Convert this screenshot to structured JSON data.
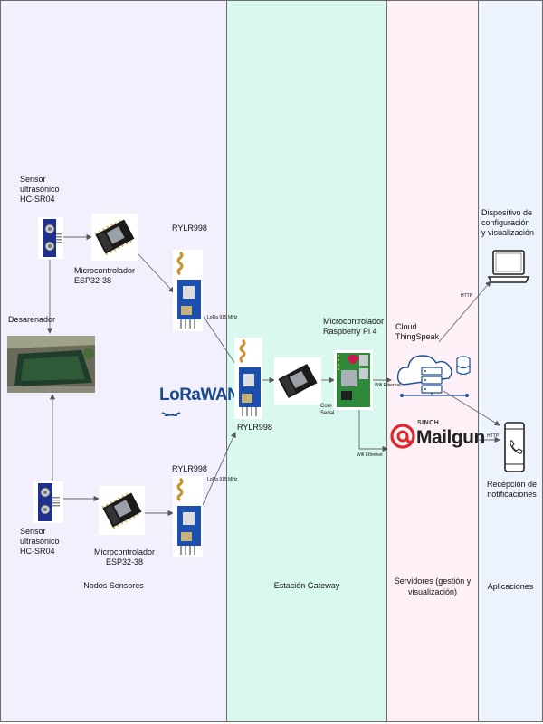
{
  "lanes": {
    "sensores": "Nodos Sensores",
    "gateway": "Estación Gateway",
    "servidores": "Servidores (gestión y visualización)",
    "aplicaciones": "Aplicaciones"
  },
  "colors": {
    "sensores": "#f2f0fd",
    "gateway": "#d8f8f0",
    "servidores": "#fdf0f6",
    "aplicaciones": "#edf3fd",
    "arrow": "#555555"
  },
  "nodes": {
    "sensor_top": "Sensor\nultrasónico\nHC-SR04",
    "esp_top": "Microcontrolador\nESP32-38",
    "rylr_top": "RYLR998",
    "desarenador": "Desarenador",
    "sensor_bottom": "Sensor\nultrasónico\nHC-SR04",
    "esp_bottom": "Microcontrolador\nESP32-38",
    "rylr_bottom": "RYLR998",
    "rylr_gateway": "RYLR998",
    "raspberry": "Microcontrolador\nRaspberry Pi 4",
    "cloud": "Cloud\nThingSpeak",
    "dispositivo": "Dispositivo de\nconfiguración\ny visualización",
    "recepcion": "Recepción de\nnotificaciones"
  },
  "logos": {
    "lorawan": "LoRaWAN",
    "sinch": "SINCH",
    "mailgun": "Mailgun"
  },
  "edges": {
    "lora_top": "LoRa 915 MHz",
    "lora_bottom": "LoRa 915 MHz",
    "com_serial": "Com\nSerial",
    "wifi_cloud": "Wifi Ethernet",
    "wifi_mailgun": "Wifi Ethernet",
    "http_top": "HTTP",
    "http_bottom": "HTTP"
  }
}
